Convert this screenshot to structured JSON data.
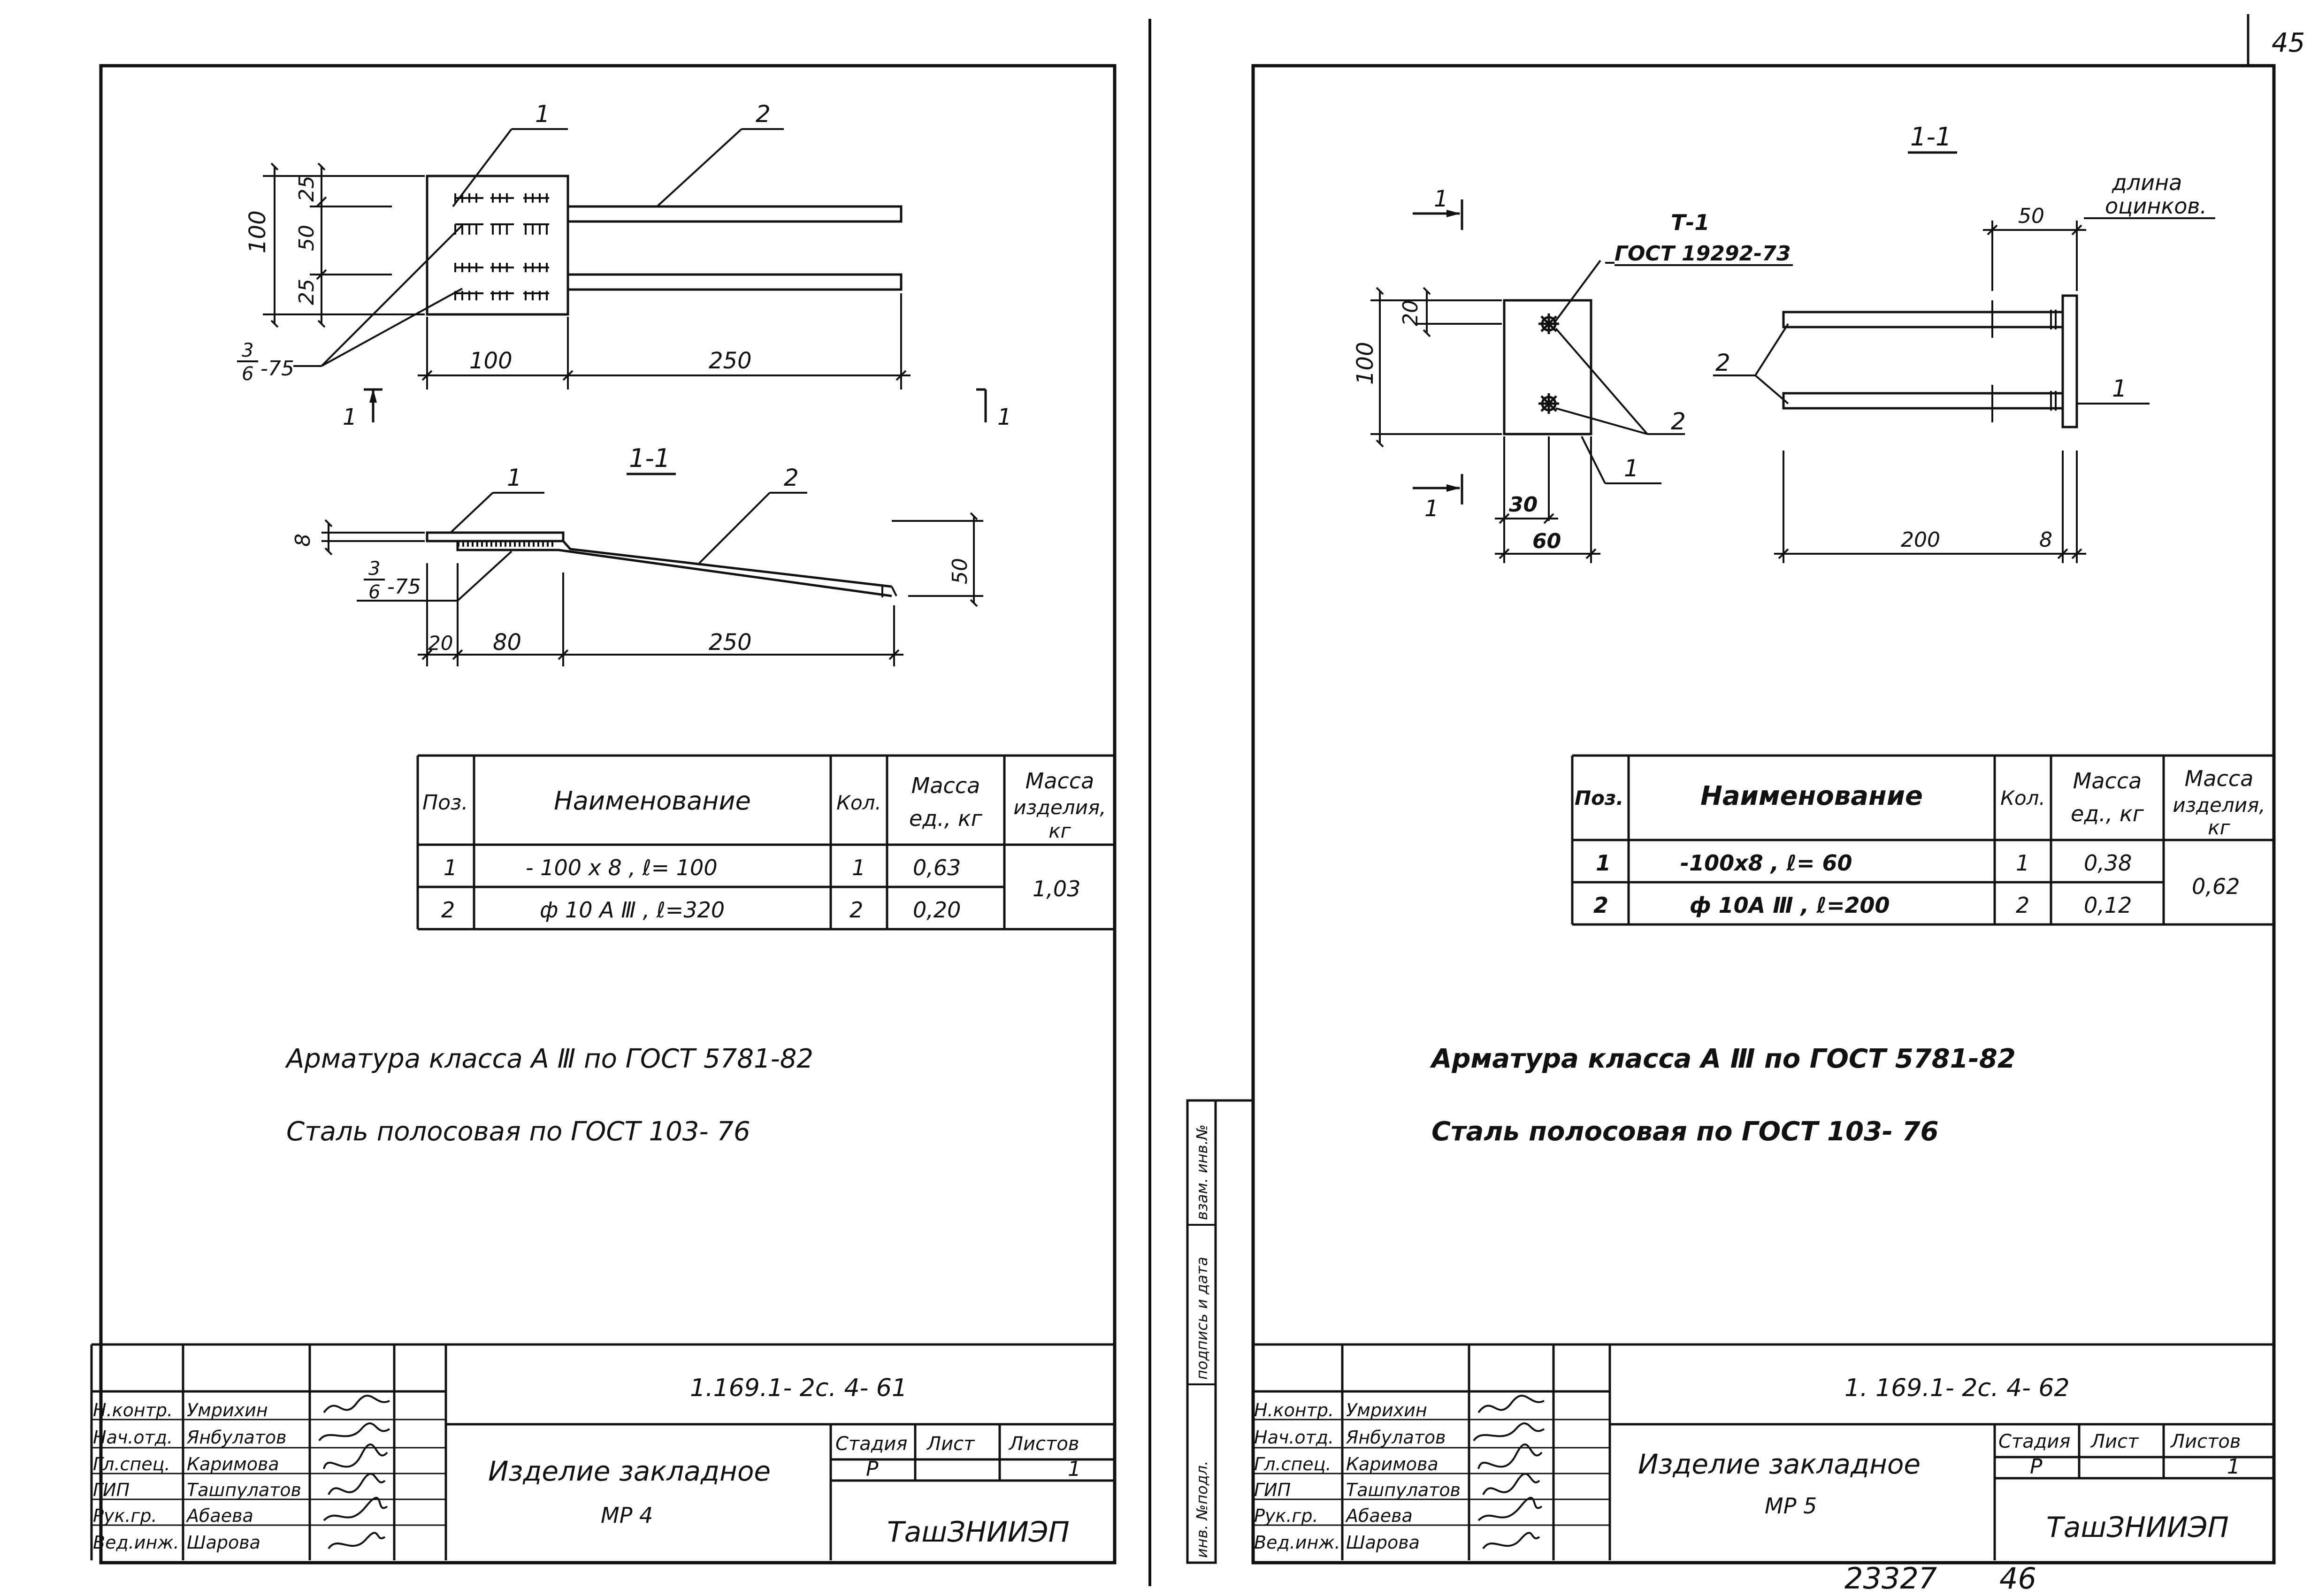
{
  "page_number": "45",
  "bottom_numbers": {
    "archive": "23327",
    "page": "46"
  },
  "side_stamp": {
    "inv": "инв. №подл.",
    "sign": "подпись и дата",
    "swap": "взам. инв.№"
  },
  "left_sheet": {
    "plan": {
      "labels": {
        "pos1": "1",
        "pos2": "2"
      },
      "dims": {
        "h_total": "100",
        "top": "25",
        "mid": "50",
        "bot": "25",
        "plate_w": "100",
        "bar_len": "250"
      },
      "weld": {
        "num": "3",
        "den": "6",
        "len": "-75"
      },
      "section_mark": "1"
    },
    "section": {
      "title": "1-1",
      "labels": {
        "pos1": "1",
        "pos2": "2"
      },
      "dims": {
        "thickness": "8",
        "drop": "50",
        "d20": "20",
        "d80": "80",
        "d250": "250"
      },
      "weld": {
        "num": "3",
        "den": "6",
        "len": "-75"
      }
    },
    "spec_table": {
      "headers": {
        "pos": "Поз.",
        "name": "Наименование",
        "qty": "Кол.",
        "mass_unit": [
          "Масса",
          "ед., кг"
        ],
        "mass_total": [
          "Масса",
          "изделия,",
          "кг"
        ]
      },
      "rows": [
        {
          "pos": "1",
          "name": "- 100 х 8 , ℓ= 100",
          "qty": "1",
          "mass": "0,63"
        },
        {
          "pos": "2",
          "name": "ф 10 А Ⅲ , ℓ=320",
          "qty": "2",
          "mass": "0,20"
        }
      ],
      "total": "1,03"
    },
    "notes": [
      "Арматура класса А Ⅲ по ГОСТ 5781-82",
      "Сталь полосовая по ГОСТ 103- 76"
    ],
    "title_block": {
      "doc_code": "1.169.1- 2с. 4- 61",
      "roles": [
        "Н.контр.",
        "Нач.отд.",
        "Гл.спец.",
        "ГИП",
        "Рук.гр.",
        "Вед.инж."
      ],
      "names": [
        "Умрихин",
        "Янбулатов",
        "Каримова",
        "Ташпулатов",
        "Абаева",
        "Шарова"
      ],
      "title": [
        "Изделие закладное",
        "МР 4"
      ],
      "stage_headers": [
        "Стадия",
        "Лист",
        "Листов"
      ],
      "stage": "Р",
      "sheet": "",
      "sheets": "1",
      "org": "ТашЗНИИЭП"
    }
  },
  "right_sheet": {
    "section_title": "1-1",
    "cut_mark": "1",
    "plan": {
      "labels": {
        "t1": "Т-1",
        "gost": "ГОСТ 19292-73",
        "pos1": "1",
        "pos2": "2"
      },
      "dims": {
        "h_total": "100",
        "top": "20",
        "d30": "30",
        "d60": "60"
      }
    },
    "section": {
      "labels": {
        "pos1": "1",
        "pos2": "2",
        "zinc": [
          "длина",
          "оцинков."
        ]
      },
      "dims": {
        "d50": "50",
        "d200": "200",
        "d8": "8"
      }
    },
    "spec_table": {
      "headers": {
        "pos": "Поз.",
        "name": "Наименование",
        "qty": "Кол.",
        "mass_unit": [
          "Масса",
          "ед., кг"
        ],
        "mass_total": [
          "Масса",
          "изделия,",
          "кг"
        ]
      },
      "rows": [
        {
          "pos": "1",
          "name": "-100х8 , ℓ= 60",
          "qty": "1",
          "mass": "0,38"
        },
        {
          "pos": "2",
          "name": "ф 10А Ⅲ , ℓ=200",
          "qty": "2",
          "mass": "0,12"
        }
      ],
      "total": "0,62"
    },
    "notes": [
      "Арматура класса А Ⅲ по ГОСТ 5781-82",
      "Сталь полосовая по ГОСТ 103- 76"
    ],
    "title_block": {
      "doc_code": "1. 169.1- 2с. 4- 62",
      "roles": [
        "Н.контр.",
        "Нач.отд.",
        "Гл.спец.",
        "ГИП",
        "Рук.гр.",
        "Вед.инж."
      ],
      "names": [
        "Умрихин",
        "Янбулатов",
        "Каримова",
        "Ташпулатов",
        "Абаева",
        "Шарова"
      ],
      "title": [
        "Изделие закладное",
        "МР 5"
      ],
      "stage_headers": [
        "Стадия",
        "Лист",
        "Листов"
      ],
      "stage": "Р",
      "sheet": "",
      "sheets": "1",
      "org": "ТашЗНИИЭП"
    }
  }
}
